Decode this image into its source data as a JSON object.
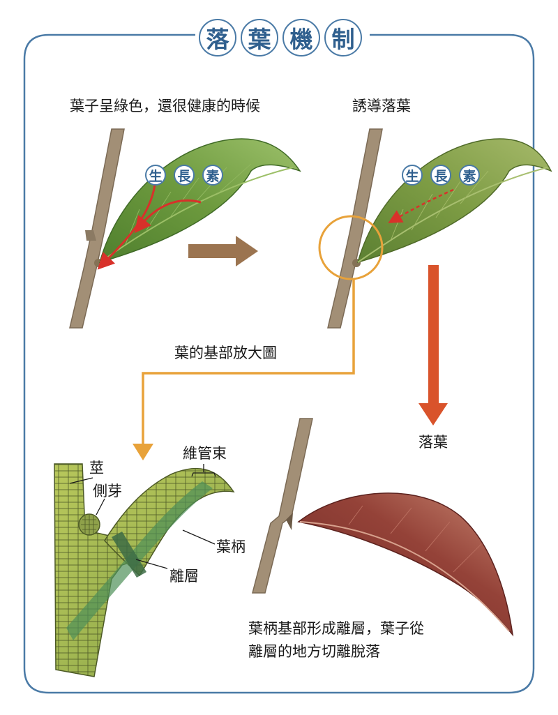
{
  "title": [
    "落",
    "葉",
    "機",
    "制"
  ],
  "panels": {
    "healthy_caption": "葉子呈綠色，還很健康的時候",
    "induction_caption": "誘導落葉",
    "magnify_caption": "葉的基部放大圖",
    "fall_caption": "落葉",
    "abscission_caption_line1": "葉柄基部形成離層，葉子從",
    "abscission_caption_line2": "離層的地方切離脫落"
  },
  "auxin": [
    "生",
    "長",
    "素"
  ],
  "anatomy_labels": {
    "stem": "莖",
    "lateral_bud": "側芽",
    "vascular_bundle": "維管束",
    "petiole": "葉柄",
    "abscission_layer": "離層"
  },
  "colors": {
    "frame": "#4a7aa6",
    "orange": "#e8a23a",
    "red_arrow": "#d9532b",
    "brown_arrow": "#9b7450",
    "leaf_green": "#6f9b3f",
    "dead_leaf": "#8b3a32"
  }
}
